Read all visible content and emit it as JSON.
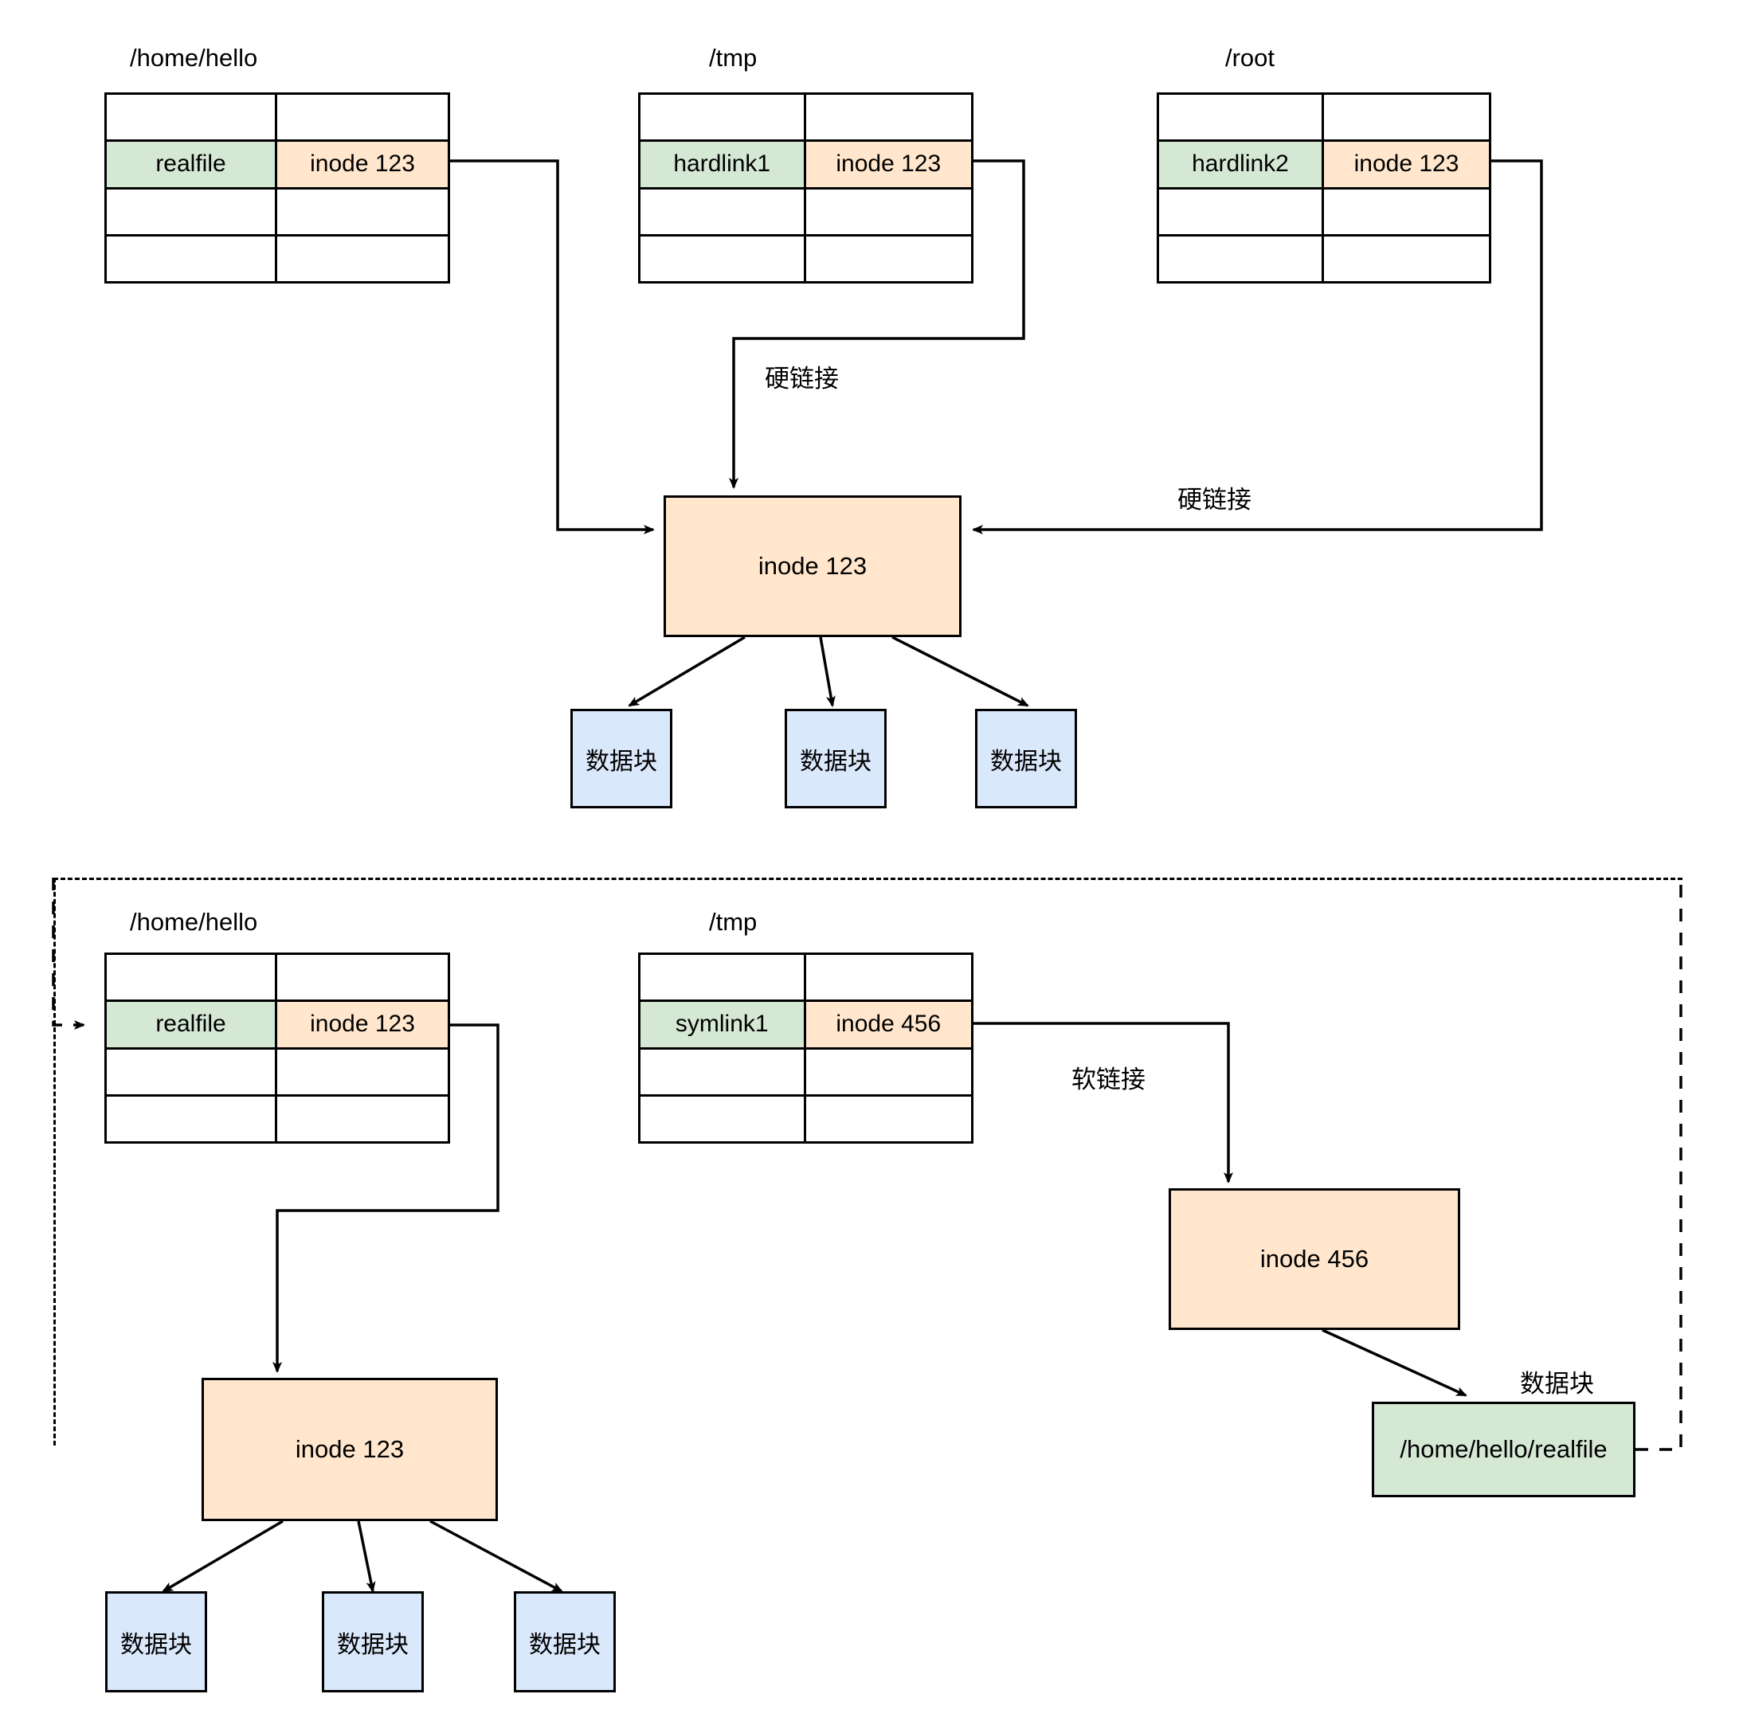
{
  "diagram": {
    "title_hidden": "",
    "colors": {
      "name_cell": "#d5e8d4",
      "inode_cell": "#ffe6cc",
      "inode_box": "#ffe6cc",
      "data_block": "#dae8fc",
      "path_box": "#d5e8d4",
      "stroke": "#000000",
      "background": "#ffffff"
    }
  },
  "hardlink_section": {
    "tables": [
      {
        "caption": "/home/hello",
        "rows": [
          {
            "name": "",
            "inode": "",
            "filled": false
          },
          {
            "name": "realfile",
            "inode": "inode 123",
            "filled": true
          },
          {
            "name": "",
            "inode": "",
            "filled": false
          },
          {
            "name": "",
            "inode": "",
            "filled": false
          }
        ]
      },
      {
        "caption": "/tmp",
        "rows": [
          {
            "name": "",
            "inode": "",
            "filled": false
          },
          {
            "name": "hardlink1",
            "inode": "inode 123",
            "filled": true
          },
          {
            "name": "",
            "inode": "",
            "filled": false
          },
          {
            "name": "",
            "inode": "",
            "filled": false
          }
        ]
      },
      {
        "caption": "/root",
        "rows": [
          {
            "name": "",
            "inode": "",
            "filled": false
          },
          {
            "name": "hardlink2",
            "inode": "inode 123",
            "filled": true
          },
          {
            "name": "",
            "inode": "",
            "filled": false
          },
          {
            "name": "",
            "inode": "",
            "filled": false
          }
        ]
      }
    ],
    "inode_box": "inode 123",
    "edge_labels": [
      "硬链接",
      "硬链接"
    ],
    "data_blocks": [
      "数据块",
      "数据块",
      "数据块"
    ]
  },
  "symlink_section": {
    "tables": [
      {
        "caption": "/home/hello",
        "rows": [
          {
            "name": "",
            "inode": "",
            "filled": false
          },
          {
            "name": "realfile",
            "inode": "inode 123",
            "filled": true
          },
          {
            "name": "",
            "inode": "",
            "filled": false
          },
          {
            "name": "",
            "inode": "",
            "filled": false
          }
        ]
      },
      {
        "caption": "/tmp",
        "rows": [
          {
            "name": "",
            "inode": "",
            "filled": false
          },
          {
            "name": "symlink1",
            "inode": "inode 456",
            "filled": true
          },
          {
            "name": "",
            "inode": "",
            "filled": false
          },
          {
            "name": "",
            "inode": "",
            "filled": false
          }
        ]
      }
    ],
    "inode_box_left": "inode 123",
    "inode_box_right": "inode 456",
    "edge_label_soft": "软链接",
    "edge_label_datablock": "数据块",
    "path_box": "/home/hello/realfile",
    "data_blocks": [
      "数据块",
      "数据块",
      "数据块"
    ]
  }
}
